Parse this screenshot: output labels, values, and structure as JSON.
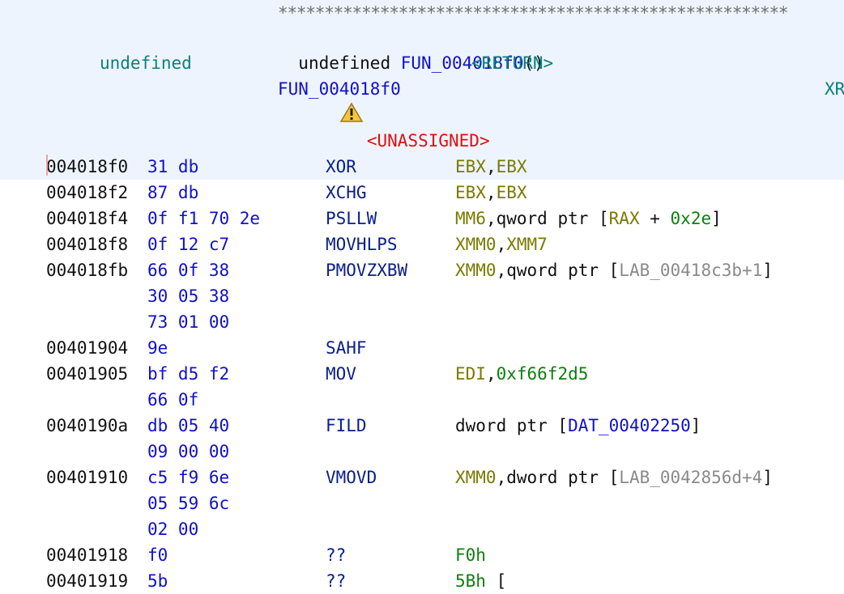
{
  "header": {
    "stars": "*******************************************************",
    "signature_prefix": "undefined",
    "function_name": "FUN_004018f0",
    "signature_suffix": "()",
    "return_type": "undefined",
    "unassigned": "<UNASSIGNED>",
    "return_label": "<RETURN>",
    "label": "FUN_004018f0",
    "xref_fragment": "XR"
  },
  "rows": [
    {
      "addr": "004018f0",
      "bytes": "31 db",
      "mnem": "XOR",
      "ops": [
        {
          "t": "EBX",
          "c": "reg"
        },
        {
          "t": ",",
          "c": "black"
        },
        {
          "t": "EBX",
          "c": "reg"
        }
      ]
    },
    {
      "addr": "004018f2",
      "bytes": "87 db",
      "mnem": "XCHG",
      "ops": [
        {
          "t": "EBX",
          "c": "reg"
        },
        {
          "t": ",",
          "c": "black"
        },
        {
          "t": "EBX",
          "c": "reg"
        }
      ]
    },
    {
      "addr": "004018f4",
      "bytes": "0f f1 70 2e",
      "mnem": "PSLLW",
      "ops": [
        {
          "t": "MM6",
          "c": "reg"
        },
        {
          "t": ",qword ptr [",
          "c": "black"
        },
        {
          "t": "RAX",
          "c": "reg"
        },
        {
          "t": " + ",
          "c": "black"
        },
        {
          "t": "0x2e",
          "c": "num"
        },
        {
          "t": "]",
          "c": "black"
        }
      ]
    },
    {
      "addr": "004018f8",
      "bytes": "0f 12 c7",
      "mnem": "MOVHLPS",
      "ops": [
        {
          "t": "XMM0",
          "c": "reg"
        },
        {
          "t": ",",
          "c": "black"
        },
        {
          "t": "XMM7",
          "c": "reg"
        }
      ]
    },
    {
      "addr": "004018fb",
      "bytes": "66 0f 38",
      "mnem": "PMOVZXBW",
      "ops": [
        {
          "t": "XMM0",
          "c": "reg"
        },
        {
          "t": ",qword ptr [",
          "c": "black"
        },
        {
          "t": "LAB_00418c3b+1",
          "c": "lab"
        },
        {
          "t": "]",
          "c": "black"
        }
      ]
    },
    {
      "addr": "",
      "bytes": "30 05 38",
      "mnem": "",
      "ops": []
    },
    {
      "addr": "",
      "bytes": "73 01 00",
      "mnem": "",
      "ops": []
    },
    {
      "addr": "00401904",
      "bytes": "9e",
      "mnem": "SAHF",
      "ops": []
    },
    {
      "addr": "00401905",
      "bytes": "bf d5 f2",
      "mnem": "MOV",
      "ops": [
        {
          "t": "EDI",
          "c": "reg"
        },
        {
          "t": ",",
          "c": "black"
        },
        {
          "t": "0xf66f2d5",
          "c": "num"
        }
      ]
    },
    {
      "addr": "",
      "bytes": "66 0f",
      "mnem": "",
      "ops": []
    },
    {
      "addr": "0040190a",
      "bytes": "db 05 40",
      "mnem": "FILD",
      "ops": [
        {
          "t": "dword ptr [",
          "c": "black"
        },
        {
          "t": "DAT_00402250",
          "c": "dat"
        },
        {
          "t": "]",
          "c": "black"
        }
      ]
    },
    {
      "addr": "",
      "bytes": "09 00 00",
      "mnem": "",
      "ops": []
    },
    {
      "addr": "00401910",
      "bytes": "c5 f9 6e",
      "mnem": "VMOVD",
      "ops": [
        {
          "t": "XMM0",
          "c": "reg"
        },
        {
          "t": ",dword ptr [",
          "c": "black"
        },
        {
          "t": "LAB_0042856d+4",
          "c": "lab"
        },
        {
          "t": "]",
          "c": "black"
        }
      ]
    },
    {
      "addr": "",
      "bytes": "05 59 6c",
      "mnem": "",
      "ops": []
    },
    {
      "addr": "",
      "bytes": "02 00",
      "mnem": "",
      "ops": []
    },
    {
      "addr": "00401918",
      "bytes": "f0",
      "mnem": "??",
      "ops": [
        {
          "t": "F0h",
          "c": "num"
        }
      ]
    },
    {
      "addr": "00401919",
      "bytes": "5b",
      "mnem": "??",
      "ops": [
        {
          "t": "5Bh",
          "c": "num"
        },
        {
          "t": "    [",
          "c": "black"
        }
      ]
    }
  ]
}
